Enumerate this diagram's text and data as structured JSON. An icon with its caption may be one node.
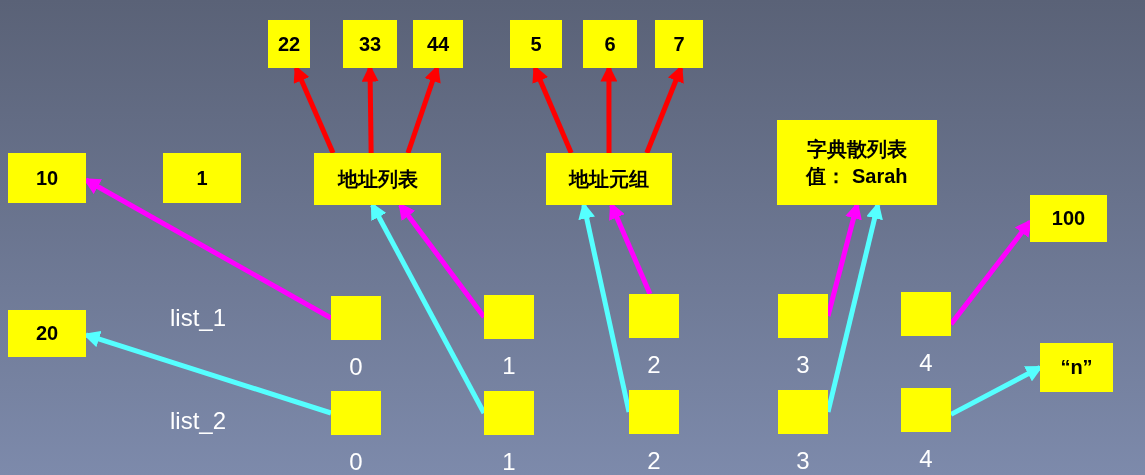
{
  "diagram": {
    "nodes": [
      {
        "text": [
          "22"
        ]
      },
      {
        "text": [
          "33"
        ]
      },
      {
        "text": [
          "44"
        ]
      },
      {
        "text": [
          "5"
        ]
      },
      {
        "text": [
          "6"
        ]
      },
      {
        "text": [
          "7"
        ]
      },
      {
        "text": [
          "10"
        ]
      },
      {
        "text": [
          "1"
        ]
      },
      {
        "text": [
          "地址列表"
        ]
      },
      {
        "text": [
          "地址元组"
        ]
      },
      {
        "text": [
          "字典散列表",
          "值： Sarah"
        ]
      },
      {
        "text": [
          "100"
        ]
      },
      {
        "text": [
          "20"
        ]
      },
      {
        "text": [
          "“n”"
        ]
      },
      {
        "text": [],
        "shape": "box",
        "beside": [
          "0"
        ]
      },
      {
        "text": [],
        "shape": "box",
        "beside": [
          "1"
        ]
      },
      {
        "text": [],
        "shape": "box",
        "beside": [
          "2"
        ]
      },
      {
        "text": [],
        "shape": "box",
        "beside": [
          "3"
        ]
      },
      {
        "text": [],
        "shape": "box",
        "beside": [
          "4"
        ]
      },
      {
        "text": [],
        "shape": "box",
        "beside": [
          "0"
        ]
      },
      {
        "text": [],
        "shape": "box",
        "beside": [
          "1"
        ]
      },
      {
        "text": [],
        "shape": "box",
        "beside": [
          "2"
        ]
      },
      {
        "text": [],
        "shape": "box",
        "beside": [
          "3"
        ]
      },
      {
        "text": [],
        "shape": "box",
        "beside": [
          "4"
        ]
      }
    ],
    "edges": [
      {
        "from": 8,
        "to": 0,
        "arrow": "to"
      },
      {
        "from": 8,
        "to": 1,
        "arrow": "to"
      },
      {
        "from": 8,
        "to": 2,
        "arrow": "to"
      },
      {
        "from": 9,
        "to": 3,
        "arrow": "to"
      },
      {
        "from": 9,
        "to": 4,
        "arrow": "to"
      },
      {
        "from": 9,
        "to": 5,
        "arrow": "to"
      },
      {
        "from": 14,
        "to": 6,
        "arrow": "to",
        "color": "#ff00ff"
      },
      {
        "from": 15,
        "to": 8,
        "arrow": "to",
        "color": "#ff00ff"
      },
      {
        "from": 16,
        "to": 9,
        "arrow": "to",
        "color": "#ff00ff"
      },
      {
        "from": 17,
        "to": 10,
        "arrow": "to",
        "color": "#ff00ff"
      },
      {
        "from": 18,
        "to": 11,
        "arrow": "to",
        "color": "#ff00ff"
      },
      {
        "from": 19,
        "to": 12,
        "arrow": "to",
        "color": "#55ffff"
      },
      {
        "from": 20,
        "to": 8,
        "arrow": "to",
        "color": "#55ffff"
      },
      {
        "from": 21,
        "to": 9,
        "arrow": "to",
        "color": "#55ffff"
      },
      {
        "from": 22,
        "to": 10,
        "arrow": "to",
        "color": "#55ffff"
      },
      {
        "from": 23,
        "to": 13,
        "arrow": "to",
        "color": "#55ffff"
      }
    ],
    "labels": [
      "list_1",
      "list_2"
    ]
  }
}
